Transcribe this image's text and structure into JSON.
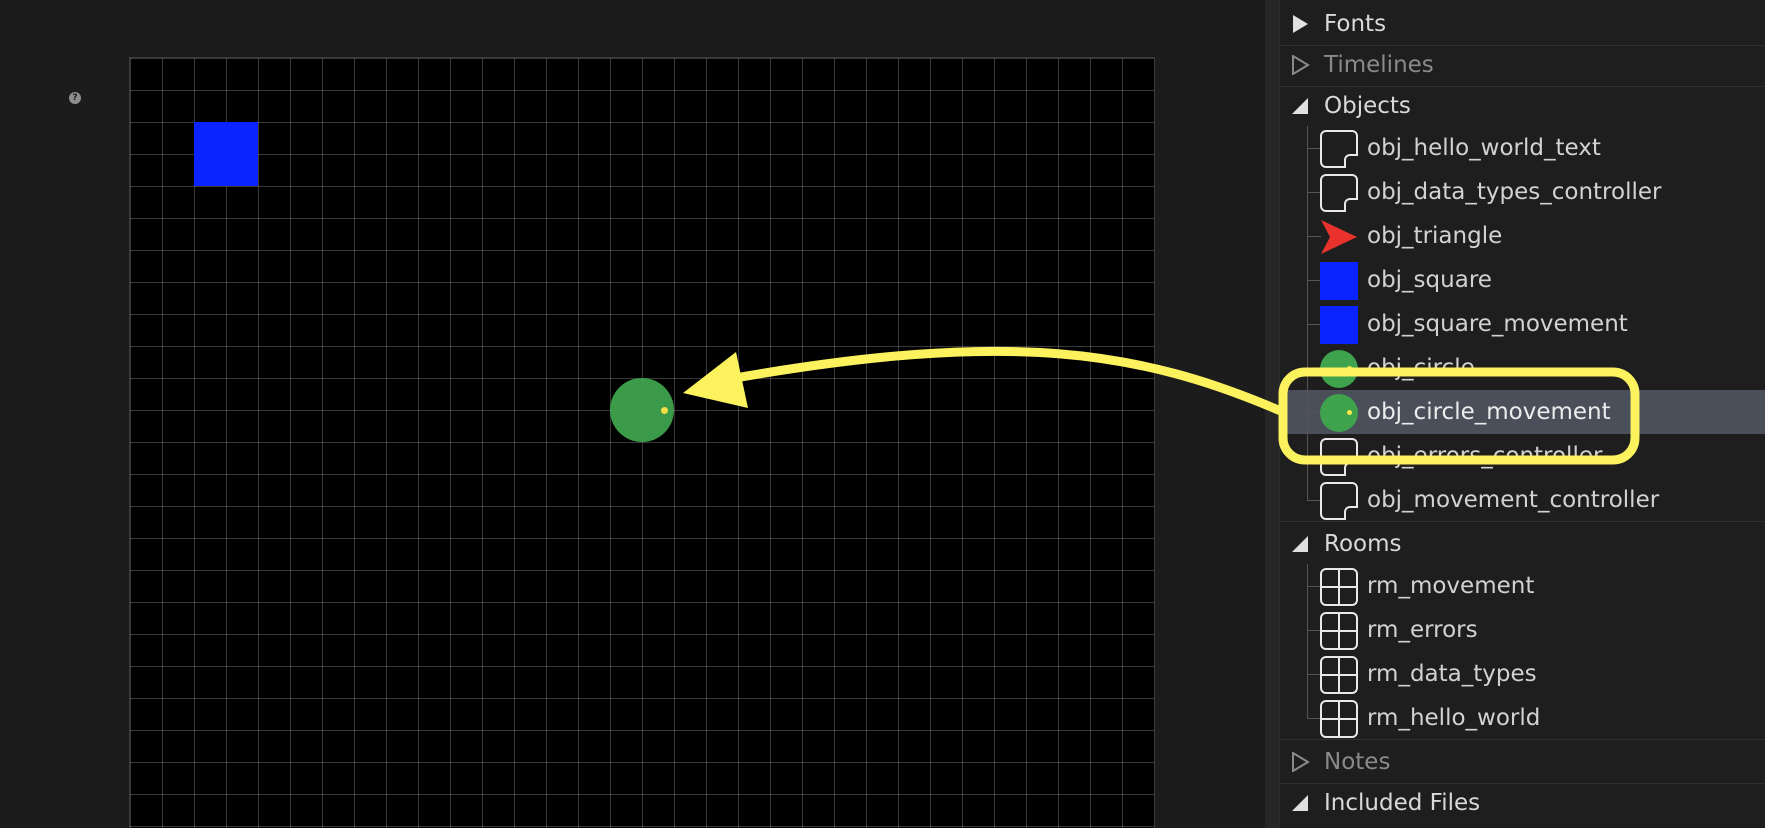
{
  "canvas": {
    "instances": [
      {
        "name": "square-instance",
        "color": "#0a24ff"
      },
      {
        "name": "circle-instance",
        "color": "#3fa34d"
      }
    ]
  },
  "help_icon_glyph": "?",
  "asset_tree": {
    "groups": {
      "fonts": "Fonts",
      "timelines": "Timelines",
      "objects": "Objects",
      "rooms": "Rooms",
      "notes": "Notes",
      "included_files": "Included Files"
    },
    "objects": [
      {
        "label": "obj_hello_world_text",
        "icon": "object-icon"
      },
      {
        "label": "obj_data_types_controller",
        "icon": "object-icon"
      },
      {
        "label": "obj_triangle",
        "icon": "triangle-sprite-icon"
      },
      {
        "label": "obj_square",
        "icon": "square-sprite-icon"
      },
      {
        "label": "obj_square_movement",
        "icon": "square-sprite-icon"
      },
      {
        "label": "obj_circle",
        "icon": "circle-sprite-icon"
      },
      {
        "label": "obj_circle_movement",
        "icon": "circle-sprite-icon",
        "selected": true
      },
      {
        "label": "obj_errors_controller",
        "icon": "object-icon"
      },
      {
        "label": "obj_movement_controller",
        "icon": "object-icon"
      }
    ],
    "rooms": [
      {
        "label": "rm_movement",
        "icon": "room-icon"
      },
      {
        "label": "rm_errors",
        "icon": "room-icon"
      },
      {
        "label": "rm_data_types",
        "icon": "room-icon"
      },
      {
        "label": "rm_hello_world",
        "icon": "room-icon"
      }
    ]
  },
  "colors": {
    "annotation": "#fbf25e",
    "selection": "#4a4f5a",
    "triangle": "#e8322b"
  }
}
